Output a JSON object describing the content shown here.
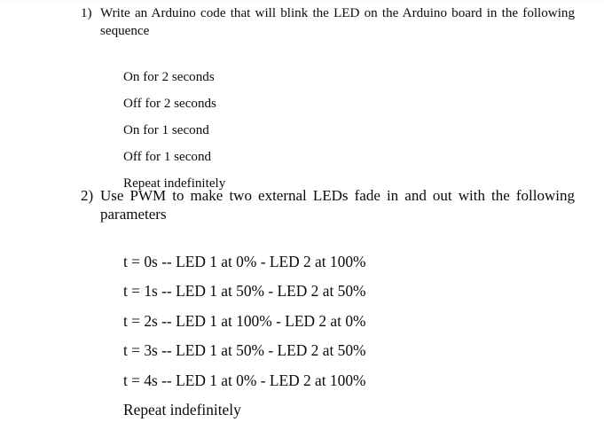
{
  "document": {
    "items": [
      {
        "marker": "1)",
        "text": "Write an Arduino code that will blink the LED on the Arduino board in the following sequence",
        "sub_lines": [
          "On for 2 seconds",
          "Off for 2 seconds",
          "On for 1 second",
          "Off for 1 second",
          "Repeat indefinitely"
        ]
      },
      {
        "marker": "2)",
        "text": "Use PWM to make two external LEDs fade in and out with the following parameters",
        "sub_lines": [
          "t = 0s -- LED 1 at 0% - LED 2 at 100%",
          "t = 1s -- LED 1 at 50% - LED 2 at 50%",
          "t = 2s -- LED 1 at 100% - LED 2 at 0%",
          "t = 3s -- LED 1 at 50% - LED 2 at 50%",
          "t = 4s -- LED 1 at 0% - LED 2 at 100%",
          "Repeat indefinitely"
        ]
      }
    ]
  }
}
